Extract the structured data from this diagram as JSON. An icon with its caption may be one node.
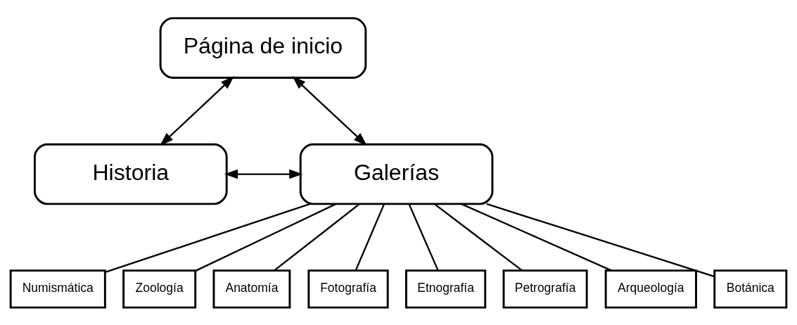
{
  "diagram": {
    "nodes": [
      {
        "text": [
          "Página de inicio"
        ]
      },
      {
        "text": [
          "Historia"
        ]
      },
      {
        "text": [
          "Galerías"
        ]
      },
      {
        "text": [
          "Numismática"
        ]
      },
      {
        "text": [
          "Zoología"
        ]
      },
      {
        "text": [
          "Anatomía"
        ]
      },
      {
        "text": [
          "Fotografía"
        ]
      },
      {
        "text": [
          "Etnografía"
        ]
      },
      {
        "text": [
          "Petrografía"
        ]
      },
      {
        "text": [
          "Arqueología"
        ]
      },
      {
        "text": [
          "Botánica"
        ]
      }
    ],
    "edges": [
      {
        "from": 0,
        "to": 1,
        "arrow": "both"
      },
      {
        "from": 0,
        "to": 2,
        "arrow": "both"
      },
      {
        "from": 1,
        "to": 2,
        "arrow": "both"
      },
      {
        "from": 2,
        "to": 3,
        "arrow": "none"
      },
      {
        "from": 2,
        "to": 4,
        "arrow": "none"
      },
      {
        "from": 2,
        "to": 5,
        "arrow": "none"
      },
      {
        "from": 2,
        "to": 6,
        "arrow": "none"
      },
      {
        "from": 2,
        "to": 7,
        "arrow": "none"
      },
      {
        "from": 2,
        "to": 8,
        "arrow": "none"
      },
      {
        "from": 2,
        "to": 9,
        "arrow": "none"
      },
      {
        "from": 2,
        "to": 10,
        "arrow": "none"
      }
    ]
  }
}
